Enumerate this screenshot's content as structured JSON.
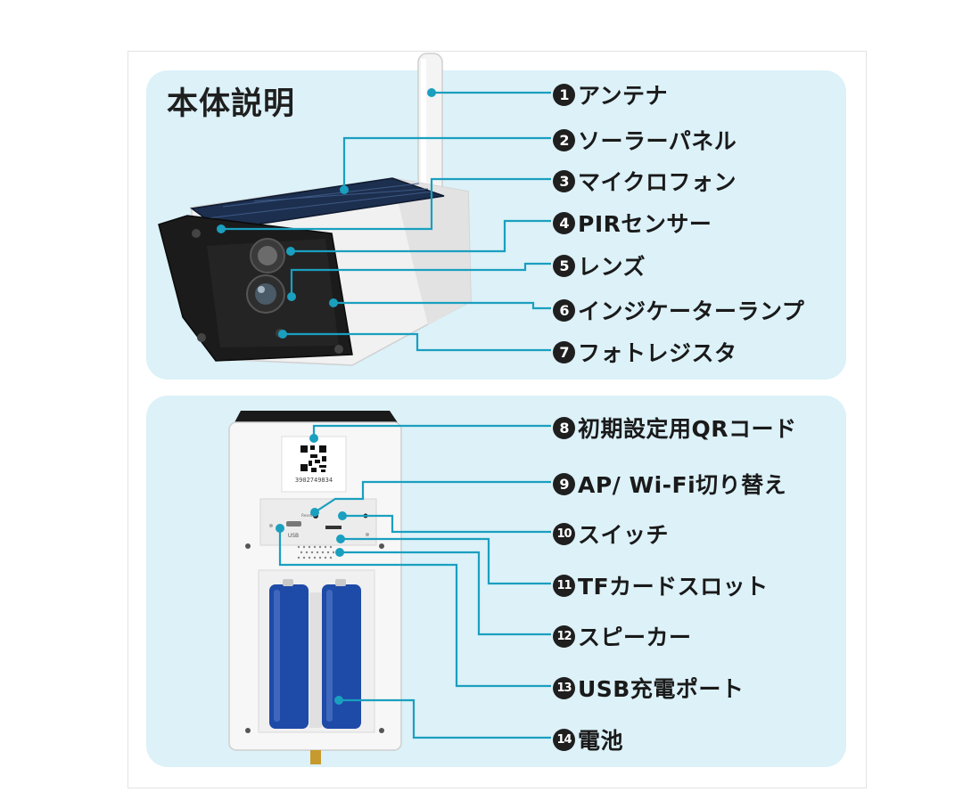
{
  "heading": "本体説明",
  "colors": {
    "panel_bg": "#dcf1f8",
    "leader_line": "#1a9fbf",
    "text": "#1a1a1a",
    "battery_blue": "#1e4aa8",
    "camera_body": "#f2f2f2",
    "camera_face": "#1c1c1c"
  },
  "qr_serial": "3902749834",
  "port_labels": {
    "usb": "USB",
    "reset": "Reset/AP"
  },
  "top_labels": [
    {
      "num": "1",
      "text": "アンテナ"
    },
    {
      "num": "2",
      "text": "ソーラーパネル"
    },
    {
      "num": "3",
      "text": "マイクロフォン"
    },
    {
      "num": "4",
      "text": "PIRセンサー"
    },
    {
      "num": "5",
      "text": "レンズ"
    },
    {
      "num": "6",
      "text": "インジケーターランプ"
    },
    {
      "num": "7",
      "text": "フォトレジスタ"
    }
  ],
  "bottom_labels": [
    {
      "num": "8",
      "text": "初期設定用QRコード"
    },
    {
      "num": "9",
      "text": "AP/ Wi-Fi切り替え"
    },
    {
      "num": "10",
      "text": "スイッチ"
    },
    {
      "num": "11",
      "text": "TFカードスロット"
    },
    {
      "num": "12",
      "text": "スピーカー"
    },
    {
      "num": "13",
      "text": "USB充電ポート"
    },
    {
      "num": "14",
      "text": "電池"
    }
  ]
}
